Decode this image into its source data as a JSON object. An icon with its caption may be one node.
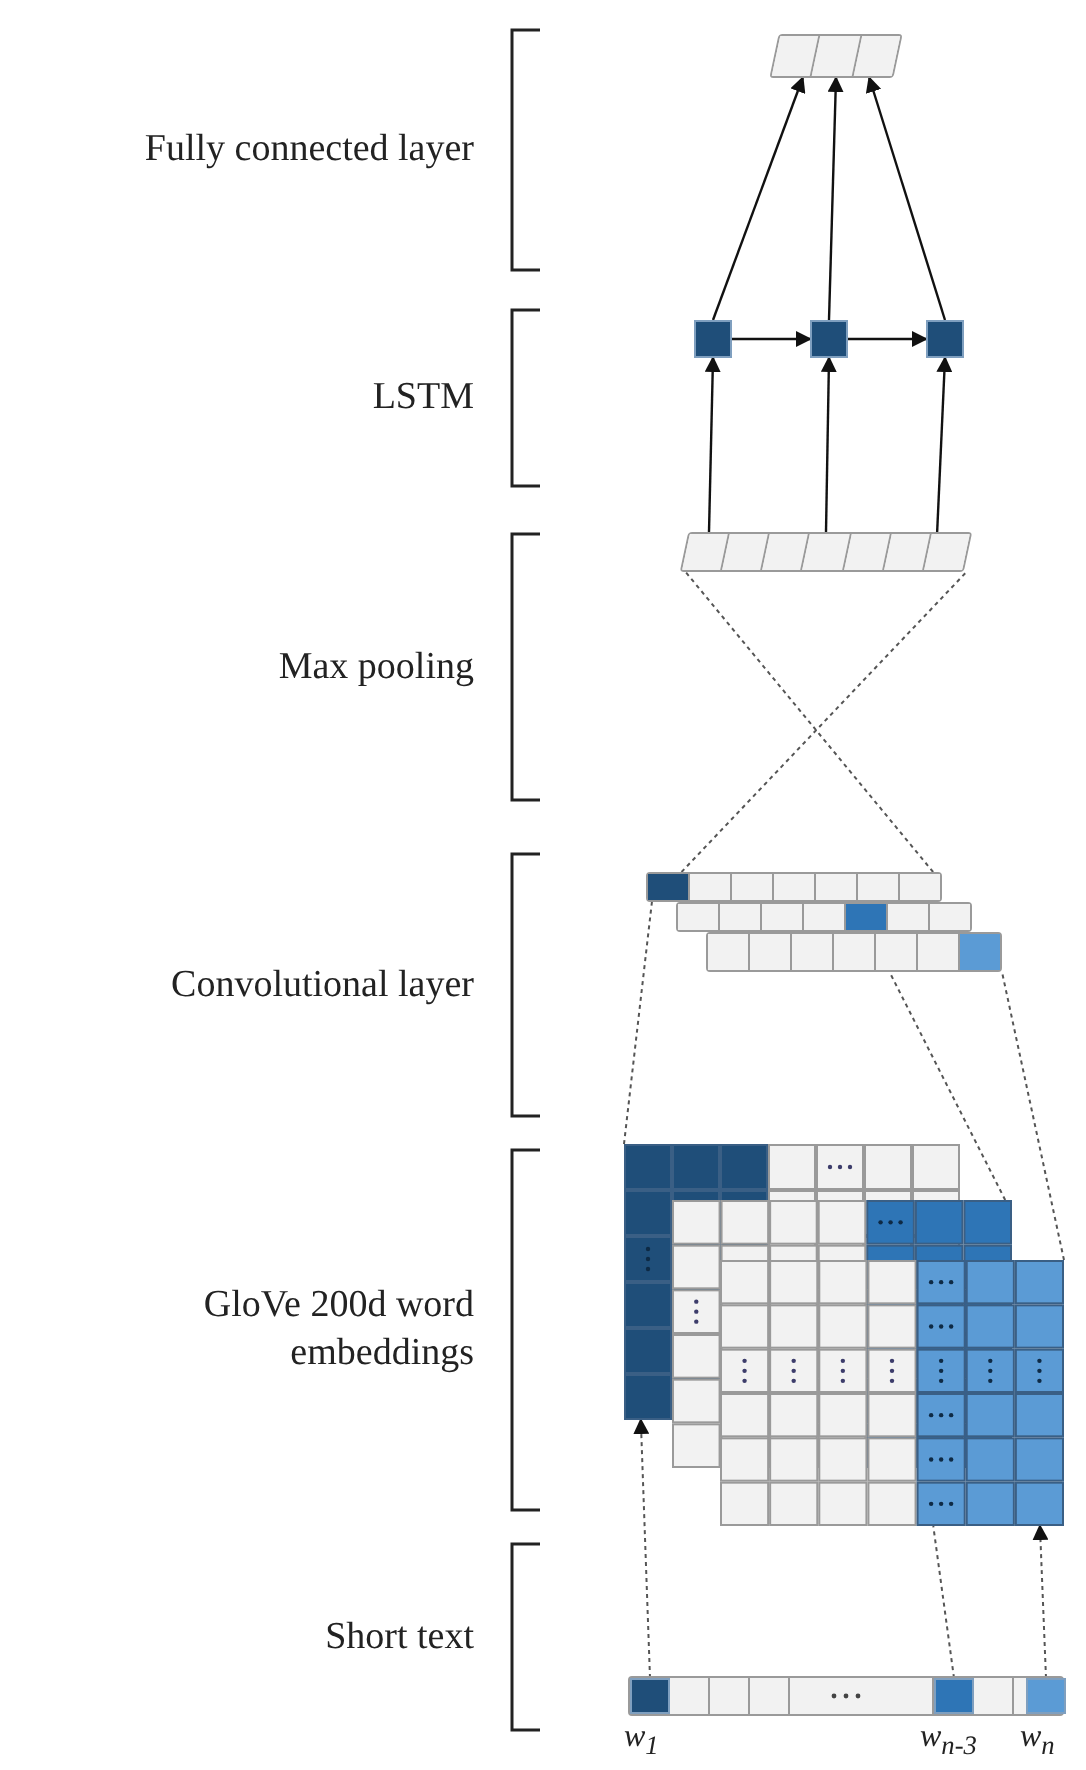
{
  "diagram": {
    "nodes": [
      {
        "text": [],
        "shape": "bar"
      },
      {
        "text": [],
        "shape": "box"
      },
      {
        "text": [],
        "shape": "box"
      },
      {
        "text": [],
        "shape": "box"
      },
      {
        "text": [],
        "shape": "bar"
      },
      {
        "text": [],
        "shape": "bar"
      },
      {
        "text": [],
        "shape": "bar"
      },
      {
        "text": [],
        "shape": "bar"
      },
      {
        "text": [],
        "shape": "box"
      },
      {
        "text": [],
        "shape": "box"
      },
      {
        "text": [],
        "shape": "box"
      },
      {
        "text": [],
        "shape": "bar"
      },
      {
        "text": [],
        "shape": "box",
        "in": 11,
        "beside": [
          "w$_{1}$"
        ]
      },
      {
        "text": [],
        "shape": "box",
        "in": 11,
        "beside": [
          "w$_{n-3}$"
        ]
      },
      {
        "text": [],
        "shape": "box",
        "in": 11,
        "beside": [
          "w$_{n}$"
        ]
      }
    ],
    "edges": [
      {
        "from": 1,
        "to": 0,
        "arrow": "to"
      },
      {
        "from": 2,
        "to": 0,
        "arrow": "to"
      },
      {
        "from": 3,
        "to": 0,
        "arrow": "to"
      },
      {
        "from": 1,
        "to": 2,
        "arrow": "to"
      },
      {
        "from": 2,
        "to": 3,
        "arrow": "to"
      },
      {
        "from": 4,
        "to": 1,
        "arrow": "to"
      },
      {
        "from": 4,
        "to": 2,
        "arrow": "to"
      },
      {
        "from": 4,
        "to": 3,
        "arrow": "to"
      },
      {
        "from": 5,
        "to": 4,
        "arrow": "none",
        "style": "dashed"
      },
      {
        "from": 5,
        "to": 4,
        "arrow": "none",
        "style": "dashed"
      },
      {
        "from": 8,
        "to": 5,
        "arrow": "none",
        "style": "dashed"
      },
      {
        "from": 9,
        "to": 7,
        "arrow": "none",
        "style": "dashed"
      },
      {
        "from": 10,
        "to": 7,
        "arrow": "none",
        "style": "dashed"
      },
      {
        "from": 12,
        "to": 8,
        "arrow": "to",
        "style": "dashed"
      },
      {
        "from": 13,
        "to": 10,
        "arrow": "none",
        "style": "dashed"
      },
      {
        "from": 14,
        "to": 10,
        "arrow": "to",
        "style": "dashed"
      }
    ],
    "labels": [
      "Fully connected layer",
      "LSTM",
      "Max pooling",
      "Convolutional layer",
      "GloVe 200d word embeddings",
      "Short text"
    ]
  }
}
